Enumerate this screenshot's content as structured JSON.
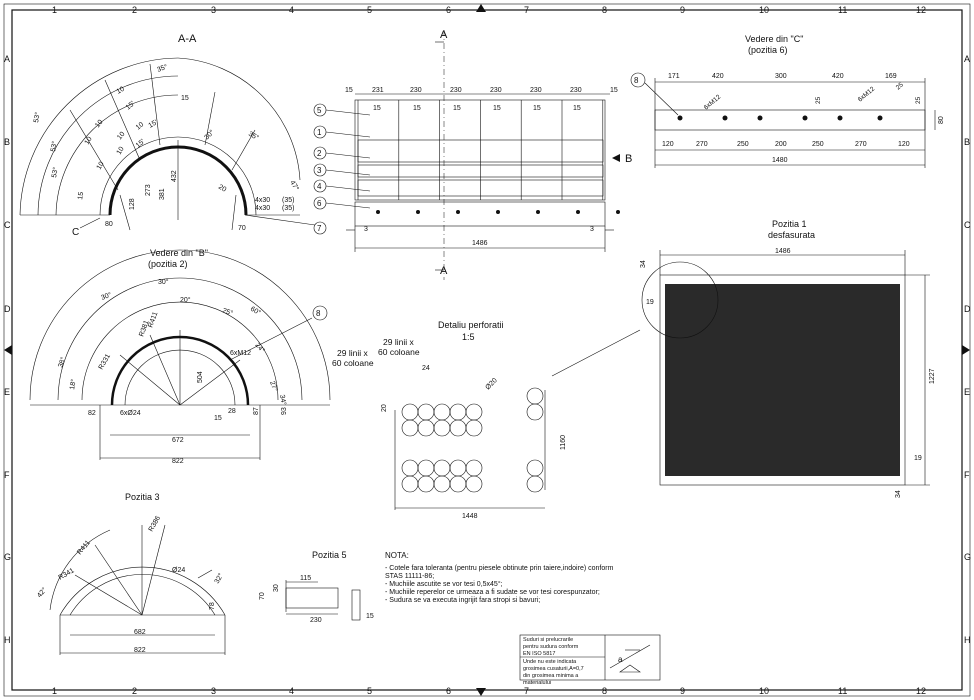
{
  "grid": {
    "columns": [
      "1",
      "2",
      "3",
      "4",
      "5",
      "6",
      "7",
      "8",
      "9",
      "10",
      "11",
      "12"
    ],
    "rows": [
      "A",
      "B",
      "C",
      "D",
      "E",
      "F",
      "G",
      "H"
    ]
  },
  "section_aa": {
    "title": "A-A",
    "dims": [
      "10",
      "15",
      "10",
      "15'",
      "35°",
      "10",
      "10",
      "15'",
      "53°",
      "10",
      "10",
      "53°",
      "10",
      "15'",
      "53°",
      "15",
      "35°",
      "20",
      "30°",
      "381",
      "432",
      "273",
      "128",
      "80",
      "47°",
      "4x30",
      "(35)",
      "4x30",
      "(35)",
      "70"
    ],
    "markers": [
      "C"
    ]
  },
  "top_view": {
    "markers": [
      "A",
      "A",
      "B"
    ],
    "dims_top": [
      "15",
      "231",
      "230",
      "230",
      "230",
      "230",
      "230",
      "15"
    ],
    "weld_labels": [
      "15",
      "15",
      "15",
      "15",
      "15",
      "15"
    ],
    "side_labels": [
      "3",
      "3"
    ],
    "overall": "1486",
    "callouts": [
      "5",
      "1",
      "2",
      "3",
      "4",
      "6",
      "7"
    ]
  },
  "view_c": {
    "title": "Vedere din \"C\"",
    "subtitle": "(pozitia 6)",
    "callout": "8",
    "dims_top": [
      "171",
      "420",
      "300",
      "420",
      "169"
    ],
    "dims_bottom": [
      "120",
      "270",
      "250",
      "200",
      "250",
      "270",
      "120"
    ],
    "overall": "1480",
    "labels": [
      "6xM12",
      "6xM12",
      "25",
      "25",
      "25",
      "80"
    ]
  },
  "view_b": {
    "title": "Vedere din \"B\"",
    "subtitle": "(pozitia 2)",
    "callout": "8",
    "dims": [
      "30°",
      "30°",
      "20°",
      "60°",
      "25°",
      "38°",
      "18°",
      "R331",
      "R381",
      "R411",
      "6xM12",
      "504",
      "15",
      "82",
      "6xØ24",
      "28",
      "87",
      "93",
      "672",
      "822",
      "24°",
      "27°",
      "34°"
    ]
  },
  "detail": {
    "title": "Detaliu perforatii",
    "scale": "1:5",
    "label_a1": "29 linii x",
    "label_a2": "60 coloane",
    "label_b1": "29 linii x",
    "label_b2": "60 coloane",
    "dims": [
      "24",
      "Ø20",
      "20",
      "1160",
      "1448"
    ]
  },
  "pozitia1": {
    "title": "Pozitia 1",
    "subtitle": "desfasurata",
    "dims": [
      "1486",
      "34",
      "19",
      "1227",
      "19",
      "34"
    ]
  },
  "pozitia3": {
    "title": "Pozitia 3",
    "dims": [
      "R411",
      "R386",
      "R341",
      "Ø24",
      "42°",
      "32°",
      "78",
      "682",
      "822"
    ]
  },
  "pozitia5": {
    "title": "Pozitia 5",
    "dims": [
      "115",
      "30",
      "70",
      "230",
      "15"
    ]
  },
  "notes": {
    "heading": "NOTA:",
    "lines": [
      "- Cotele fara toleranta (pentru piesele obtinute prin taiere,indoire) conform",
      "  STAS 11111-86;",
      "- Muchiile ascutite se vor tesi 0,5x45°;",
      "- Muchiile reperelor ce urmeaza a fi sudate se vor tesi corespunzator;",
      "- Sudura se va executa ingrijit fara stropi si bavuri;"
    ]
  },
  "weld_box": {
    "lines": [
      "Suduri si prelucrarile",
      "pentru sudura conform",
      "EN ISO 5817",
      "Unde nu este indicata",
      "grosimea cusaturii,A=0,7",
      "din grosimea minima a",
      "materialului"
    ],
    "symbol_label": "a"
  }
}
